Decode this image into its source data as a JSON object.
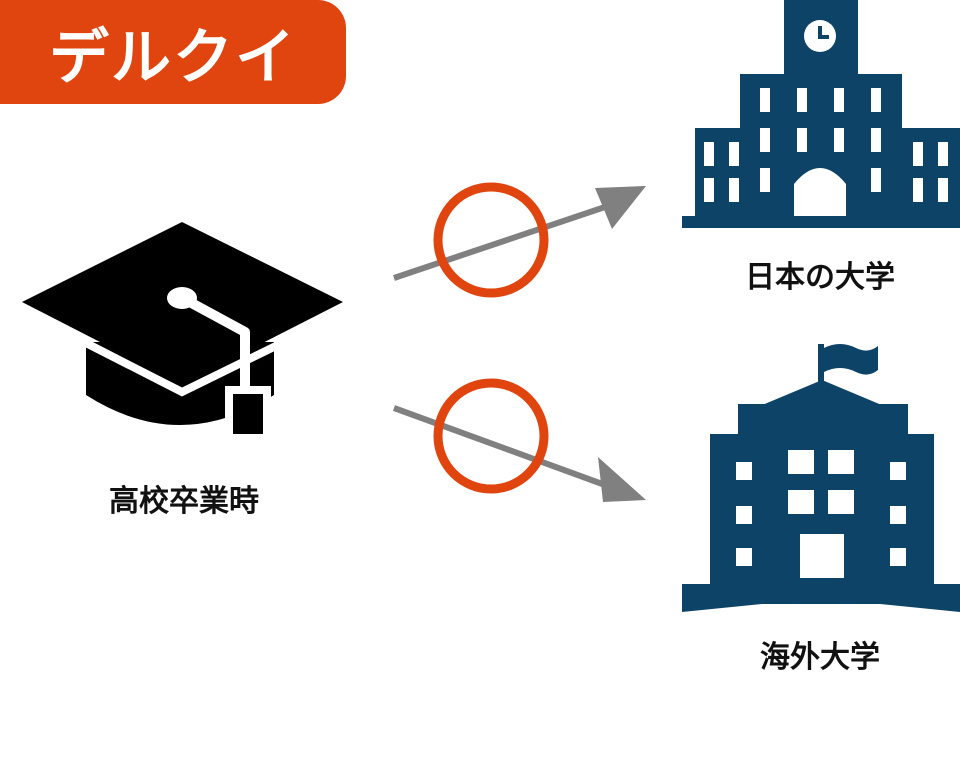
{
  "badge": {
    "text": "デルクイ",
    "color": "#e0450f"
  },
  "nodes": {
    "start": {
      "label": "高校卒業時",
      "icon": "graduation-cap-icon"
    },
    "japan_university": {
      "label": "日本の大学",
      "icon": "clock-tower-university-icon"
    },
    "overseas_university": {
      "label": "海外大学",
      "icon": "flag-building-university-icon"
    }
  },
  "edges": [
    {
      "from": "start",
      "to": "japan_university",
      "mark": "circle"
    },
    {
      "from": "start",
      "to": "overseas_university",
      "mark": "circle"
    }
  ],
  "colors": {
    "building": "#0d4366",
    "arrow": "#808080",
    "circle": "#e0450f",
    "cap": "#000000"
  }
}
